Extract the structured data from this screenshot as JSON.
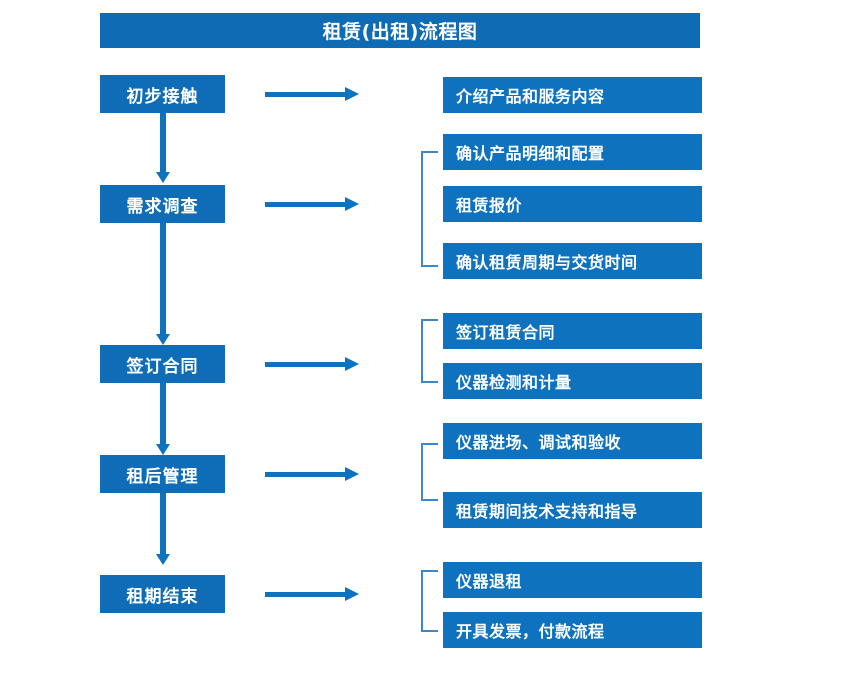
{
  "diagram": {
    "title": "租赁(出租)流程图",
    "colors": {
      "title_bar": "#0F6CB4",
      "stage_box": "#0E6DB6",
      "detail_box": "#0E72BE",
      "arrow": "#0E72BE",
      "bracket": "#3B87C8",
      "text": "#FFFFFF",
      "background": "#FFFFFF"
    },
    "stages": [
      {
        "label": "初步接触",
        "details": [
          "介绍产品和服务内容"
        ],
        "bracket": false
      },
      {
        "label": "需求调查",
        "details": [
          "确认产品明细和配置",
          "租赁报价",
          "确认租赁周期与交货时间"
        ],
        "bracket": true
      },
      {
        "label": "签订合同",
        "details": [
          "签订租赁合同",
          "仪器检测和计量"
        ],
        "bracket": true
      },
      {
        "label": "租后管理",
        "details": [
          "仪器进场、调试和验收",
          "租赁期间技术支持和指导"
        ],
        "bracket": true
      },
      {
        "label": "租期结束",
        "details": [
          "仪器退租",
          "开具发票，付款流程"
        ],
        "bracket": true
      }
    ],
    "connectors": {
      "horizontal_arrow": "right-arrow-icon",
      "vertical_arrow": "down-arrow-icon",
      "group_bracket": "left-bracket-icon"
    }
  }
}
